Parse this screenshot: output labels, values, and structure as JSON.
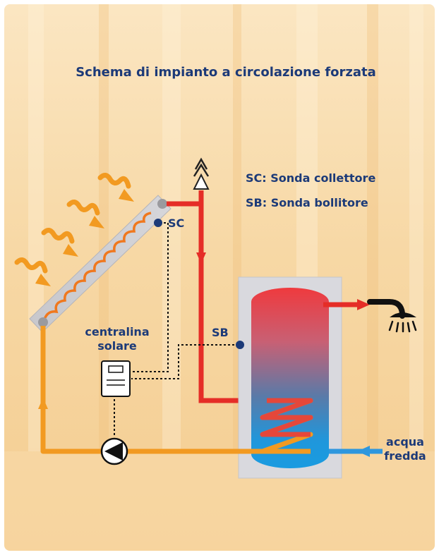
{
  "title": "Schema di impianto a circolazione forzata",
  "legend": {
    "sc": "SC: Sonda collettore",
    "sb": "SB: Sonda bollitore"
  },
  "labels": {
    "sensor_collector": "SC",
    "sensor_boiler": "SB",
    "controller_line1": "centralina",
    "controller_line2": "solare",
    "cold_water_line1": "acqua",
    "cold_water_line2": "fredda"
  },
  "colors": {
    "title_text": "#1c3a78",
    "hot_pipe": "#e52d27",
    "solar_pipe": "#f29a21",
    "cold_pipe": "#2e97de",
    "tank_shell": "#d9d9de",
    "background": "#f6d7a6"
  },
  "icons": [
    "sun-ray-icon",
    "air-vent-icon",
    "pump-icon",
    "shower-icon",
    "controller-icon",
    "sensor-dot-icon"
  ]
}
